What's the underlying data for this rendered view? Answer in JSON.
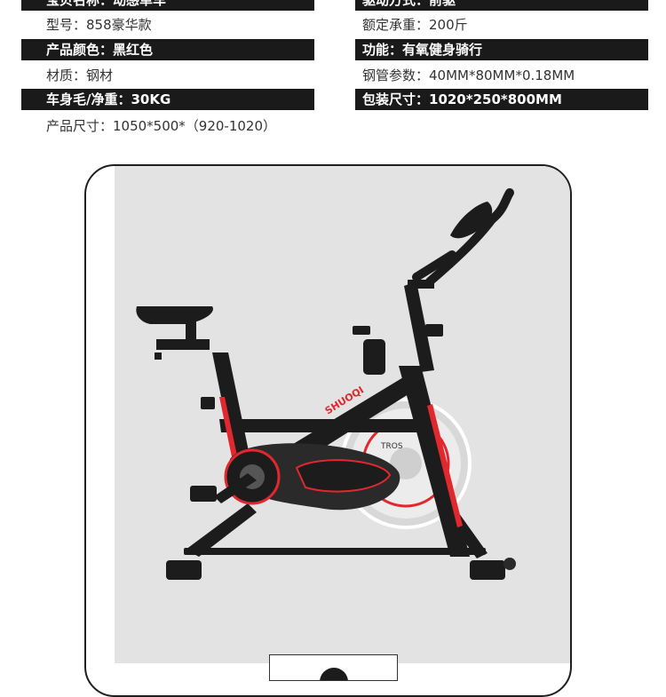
{
  "specs": {
    "row1_left": "宝贝名称：动感单车",
    "row1_right": "驱动方式：前驱",
    "row2_left": "型号：858豪华款",
    "row2_right": "额定承重：200斤",
    "row3_left": "产品颜色：黑红色",
    "row3_right": "功能：有氧健身骑行",
    "row4_left": "材质：钢材",
    "row4_right": "钢管参数：40MM*80MM*0.18MM",
    "row5_left": "车身毛/净重：30KG",
    "row5_right": "包装尺寸：1020*250*800MM",
    "row6_left": "产品尺寸：1050*500*（920-1020）"
  },
  "product": {
    "brand_decal": "SHUOQI",
    "flywheel_text": "TROS"
  },
  "colors": {
    "bar_bg": "#1a1a1a",
    "accent_red": "#e0282e",
    "frame_black": "#1c1c1c",
    "panel_gray": "#e3e3e3"
  },
  "icons": {
    "product": "spin-bike-illustration"
  }
}
